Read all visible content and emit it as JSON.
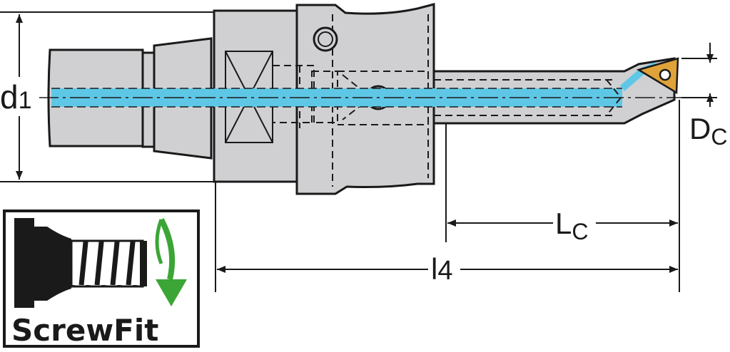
{
  "dimensions": {
    "d1": {
      "main": "d",
      "sub": "1"
    },
    "Dc": {
      "main": "D",
      "sub": "C"
    },
    "Lc": {
      "main": "L",
      "sub": "C"
    },
    "l4": {
      "main": "l",
      "sub": "4"
    }
  },
  "logo": {
    "label": "ScrewFit",
    "icon": "screw-thread-icon",
    "arrow": "rotate-down-arrow-icon"
  },
  "colors": {
    "line": "#1a1a1a",
    "body_fill": "#d0d0d2",
    "coolant": "#5fc7e6",
    "insert": "#e0a33a",
    "arrow_green": "#3ba535"
  }
}
